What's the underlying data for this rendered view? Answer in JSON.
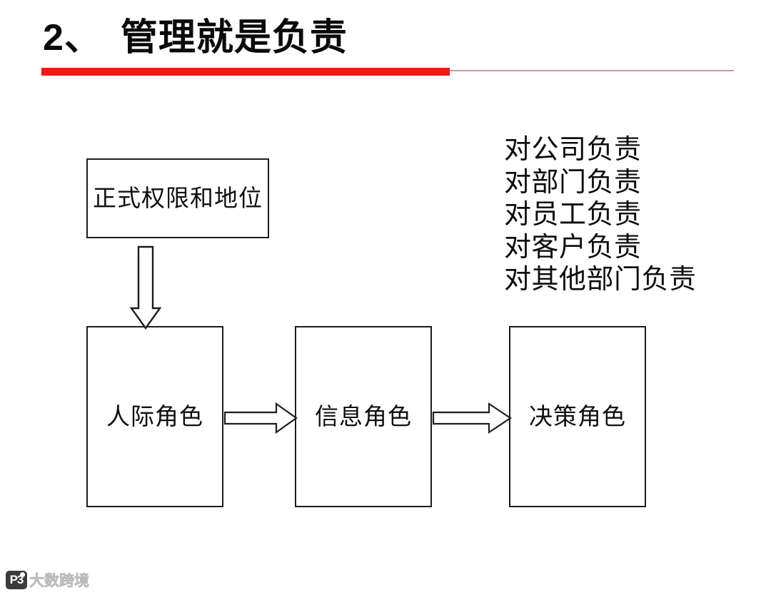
{
  "slide": {
    "title": {
      "index": "2、",
      "text": "管理就是负责"
    },
    "accent_color": "#ee1b14",
    "rule_color": "#d2979a"
  },
  "diagram": {
    "boxes": [
      {
        "id": "formal-authority",
        "label": "正式权限和地位"
      },
      {
        "id": "interpersonal",
        "label": "人际角色"
      },
      {
        "id": "informational",
        "label": "信息角色"
      },
      {
        "id": "decisional",
        "label": "决策角色"
      }
    ],
    "arrows": [
      {
        "id": "arrow-down-authority",
        "direction": "down",
        "from": "formal-authority",
        "to": "interpersonal"
      },
      {
        "id": "arrow-right-1",
        "direction": "right",
        "from": "interpersonal",
        "to": "informational"
      },
      {
        "id": "arrow-right-2",
        "direction": "right",
        "from": "informational",
        "to": "decisional"
      }
    ]
  },
  "responsibilities": [
    "对公司负责",
    "对部门负责",
    "对员工负责",
    "对客户负责",
    "对其他部门负责"
  ],
  "watermark": {
    "badge": "P3",
    "text": "大数跨境"
  }
}
